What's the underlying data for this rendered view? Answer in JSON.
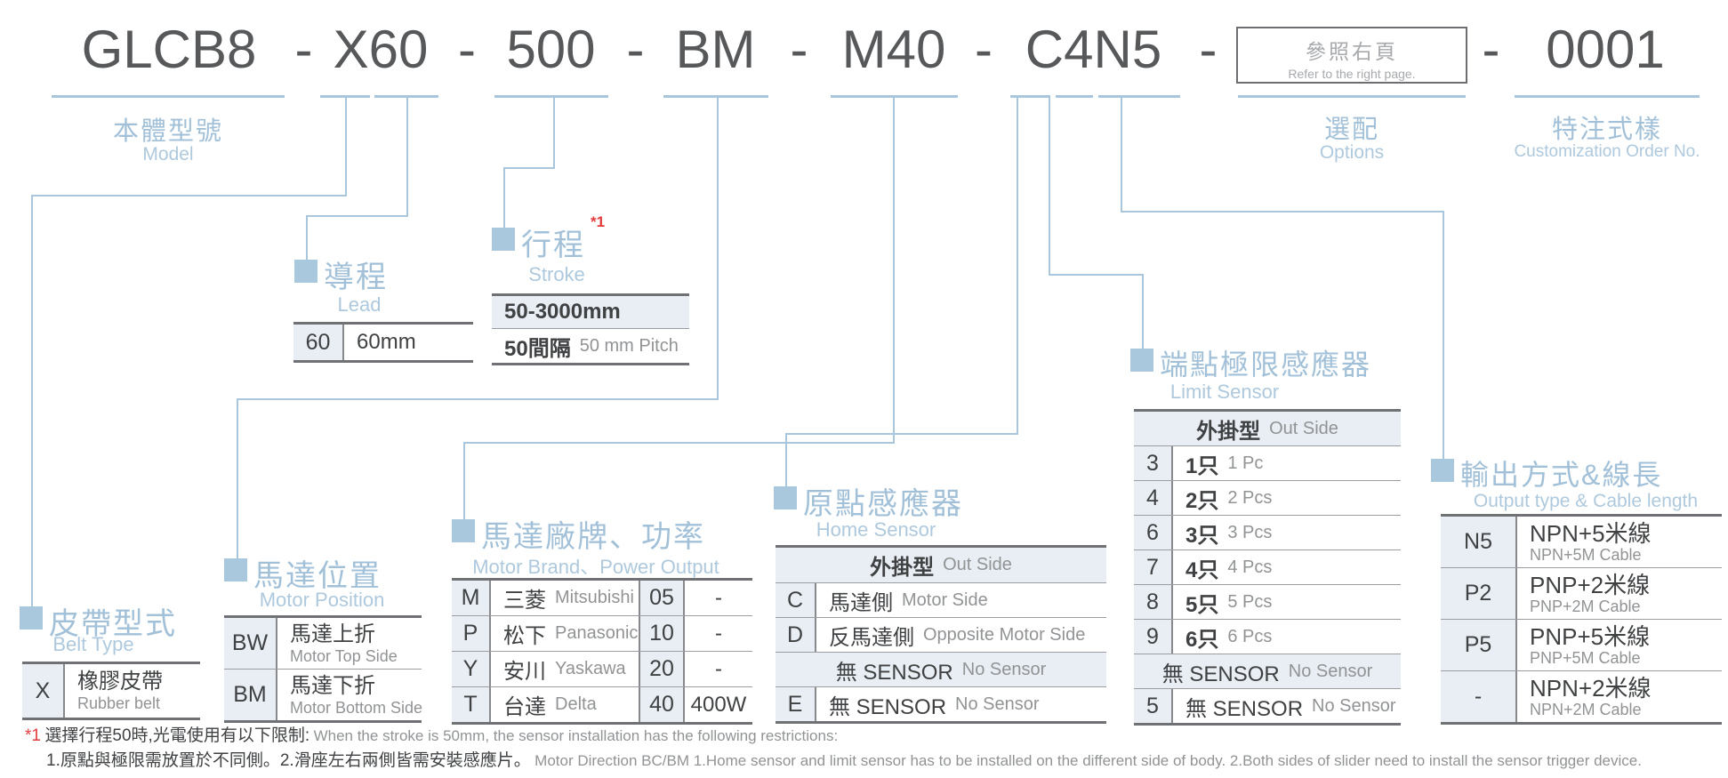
{
  "model_code": {
    "separator": "-",
    "segments": [
      "GLCB8",
      "X60",
      "500",
      "BM",
      "M40",
      "C4N5"
    ],
    "options_box": {
      "zh": "參照右頁",
      "en": "Refer to the right page."
    },
    "serial": "0001"
  },
  "callouts": {
    "model": {
      "zh": "本體型號",
      "en": "Model"
    },
    "lead": {
      "zh": "導程",
      "en": "Lead",
      "table": [
        {
          "code": "60",
          "desc": "60mm"
        }
      ]
    },
    "stroke": {
      "zh": "行程",
      "en": "Stroke",
      "footnote_ref": "*1",
      "rows": [
        {
          "zh": "50-3000mm",
          "en": ""
        },
        {
          "zh": "50間隔",
          "en": "50 mm Pitch"
        }
      ]
    },
    "belt_type": {
      "zh": "皮帶型式",
      "en": "Belt Type",
      "table": [
        {
          "code": "X",
          "zh": "橡膠皮帶",
          "en": "Rubber belt"
        }
      ]
    },
    "motor_position": {
      "zh": "馬達位置",
      "en": "Motor Position",
      "table": [
        {
          "code": "BW",
          "zh": "馬達上折",
          "en": "Motor Top Side"
        },
        {
          "code": "BM",
          "zh": "馬達下折",
          "en": "Motor Bottom Side"
        }
      ]
    },
    "motor_brand": {
      "zh": "馬達廠牌、功率",
      "en": "Motor Brand、Power Output",
      "table": [
        {
          "code": "M",
          "zh": "三菱",
          "en": "Mitsubishi",
          "pcode": "05",
          "pval": "-"
        },
        {
          "code": "P",
          "zh": "松下",
          "en": "Panasonic",
          "pcode": "10",
          "pval": "-"
        },
        {
          "code": "Y",
          "zh": "安川",
          "en": "Yaskawa",
          "pcode": "20",
          "pval": "-"
        },
        {
          "code": "T",
          "zh": "台達",
          "en": "Delta",
          "pcode": "40",
          "pval": "400W"
        }
      ]
    },
    "home_sensor": {
      "zh": "原點感應器",
      "en": "Home Sensor",
      "header": {
        "zh": "外掛型",
        "en": "Out Side"
      },
      "rows": [
        {
          "code": "C",
          "zh": "馬達側",
          "en": "Motor Side"
        },
        {
          "code": "D",
          "zh": "反馬達側",
          "en": "Opposite Motor Side"
        },
        {
          "code": "",
          "zh": "無 SENSOR",
          "en": "No Sensor"
        },
        {
          "code": "E",
          "zh": "無 SENSOR",
          "en": "No Sensor"
        }
      ]
    },
    "limit_sensor": {
      "zh": "端點極限感應器",
      "en": "Limit Sensor",
      "header": {
        "zh": "外掛型",
        "en": "Out Side"
      },
      "rows": [
        {
          "code": "3",
          "zh": "1只",
          "en": "1 Pc"
        },
        {
          "code": "4",
          "zh": "2只",
          "en": "2 Pcs"
        },
        {
          "code": "6",
          "zh": "3只",
          "en": "3 Pcs"
        },
        {
          "code": "7",
          "zh": "4只",
          "en": "4 Pcs"
        },
        {
          "code": "8",
          "zh": "5只",
          "en": "5 Pcs"
        },
        {
          "code": "9",
          "zh": "6只",
          "en": "6 Pcs"
        },
        {
          "code": "",
          "zh": "無 SENSOR",
          "en": "No Sensor"
        },
        {
          "code": "5",
          "zh": "無 SENSOR",
          "en": "No Sensor"
        }
      ]
    },
    "output": {
      "zh": "輸出方式&線長",
      "en": "Output type & Cable length",
      "table": [
        {
          "code": "N5",
          "zh": "NPN+5米線",
          "en": "NPN+5M Cable"
        },
        {
          "code": "P2",
          "zh": "PNP+2米線",
          "en": "PNP+2M Cable"
        },
        {
          "code": "P5",
          "zh": "PNP+5米線",
          "en": "PNP+5M Cable"
        },
        {
          "code": "-",
          "zh": "NPN+2米線",
          "en": "NPN+2M Cable"
        }
      ]
    },
    "options": {
      "zh": "選配",
      "en": "Options"
    },
    "customization": {
      "zh": "特注式樣",
      "en": "Customization Order No."
    }
  },
  "footnotes": {
    "ref": "*1",
    "line1_zh": "選擇行程50時,光電使用有以下限制:",
    "line1_en": "When the stroke is 50mm, the sensor installation has  the following restrictions:",
    "line2_zh": "1.原點與極限需放置於不同側。2.滑座左右兩側皆需安裝感應片。",
    "line2_en": "Motor Direction BC/BM 1.Home sensor and limit sensor has to be installed on the different side of body.  2.Both sides of slider need to install the sensor trigger device."
  },
  "colors": {
    "accent_blue": "#a9c6dc",
    "label_blue": "#a2c1d8",
    "dark_text": "#3f4143",
    "gray_text": "#919395",
    "table_bg": "#e8eef3",
    "red": "#e23b3e"
  }
}
